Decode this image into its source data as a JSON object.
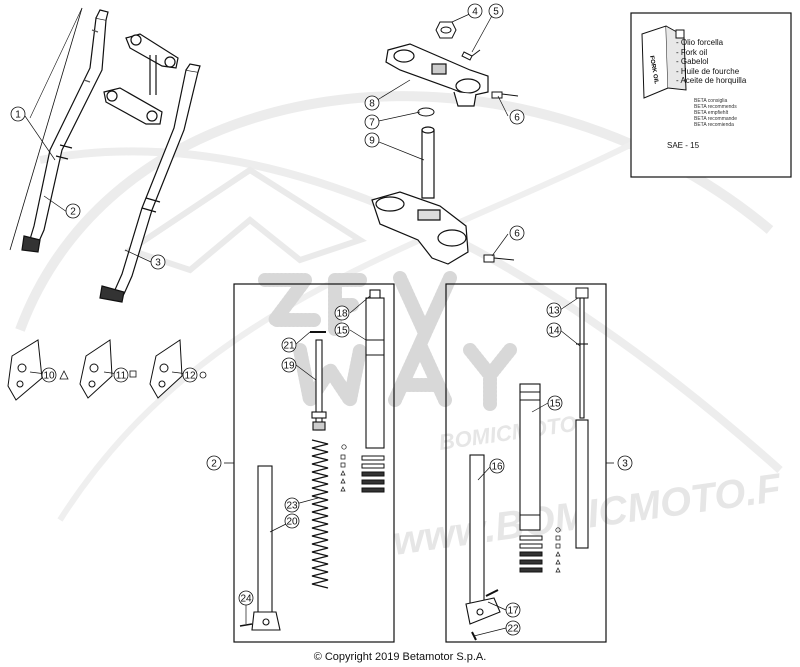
{
  "oil_box": {
    "lines": [
      "- Olio forcella",
      "- Fork oil",
      "- Gabelol",
      "- Huile de fourche",
      "- Aceite de horquilla"
    ],
    "beta_lines": [
      "BETA consiglia",
      "BETA recommends",
      "BETA empfiehlt",
      "BETA recommande",
      "BETA recomienda"
    ],
    "sae": "SAE - 15",
    "can_text": "FORK OIL"
  },
  "watermark": {
    "line1": "www.BOMICMOTO.F",
    "brand": "BOMICMOTO"
  },
  "callouts": [
    {
      "id": "c1",
      "label": "1"
    },
    {
      "id": "c2",
      "label": "2"
    },
    {
      "id": "c3",
      "label": "3"
    },
    {
      "id": "c4",
      "label": "4"
    },
    {
      "id": "c5",
      "label": "5"
    },
    {
      "id": "c6a",
      "label": "6"
    },
    {
      "id": "c6b",
      "label": "6"
    },
    {
      "id": "c7",
      "label": "7"
    },
    {
      "id": "c8",
      "label": "8"
    },
    {
      "id": "c9",
      "label": "9"
    },
    {
      "id": "c10",
      "label": "10"
    },
    {
      "id": "c11",
      "label": "11"
    },
    {
      "id": "c12",
      "label": "12"
    },
    {
      "id": "c13",
      "label": "13"
    },
    {
      "id": "c14",
      "label": "14"
    },
    {
      "id": "c15a",
      "label": "15"
    },
    {
      "id": "c15b",
      "label": "15"
    },
    {
      "id": "c16",
      "label": "16"
    },
    {
      "id": "c17",
      "label": "17"
    },
    {
      "id": "c18",
      "label": "18"
    },
    {
      "id": "c19",
      "label": "19"
    },
    {
      "id": "c20",
      "label": "20"
    },
    {
      "id": "c21",
      "label": "21"
    },
    {
      "id": "c22",
      "label": "22"
    },
    {
      "id": "c23",
      "label": "23"
    },
    {
      "id": "c24",
      "label": "24"
    },
    {
      "id": "c2b",
      "label": "2"
    },
    {
      "id": "c3b",
      "label": "3"
    }
  ],
  "copyright": "© Copyright 2019 Betamotor S.p.A.",
  "colors": {
    "line": "#111111",
    "fill": "#ffffff",
    "shade": "#cfcfcf",
    "watermark": "#e6e6e6"
  }
}
